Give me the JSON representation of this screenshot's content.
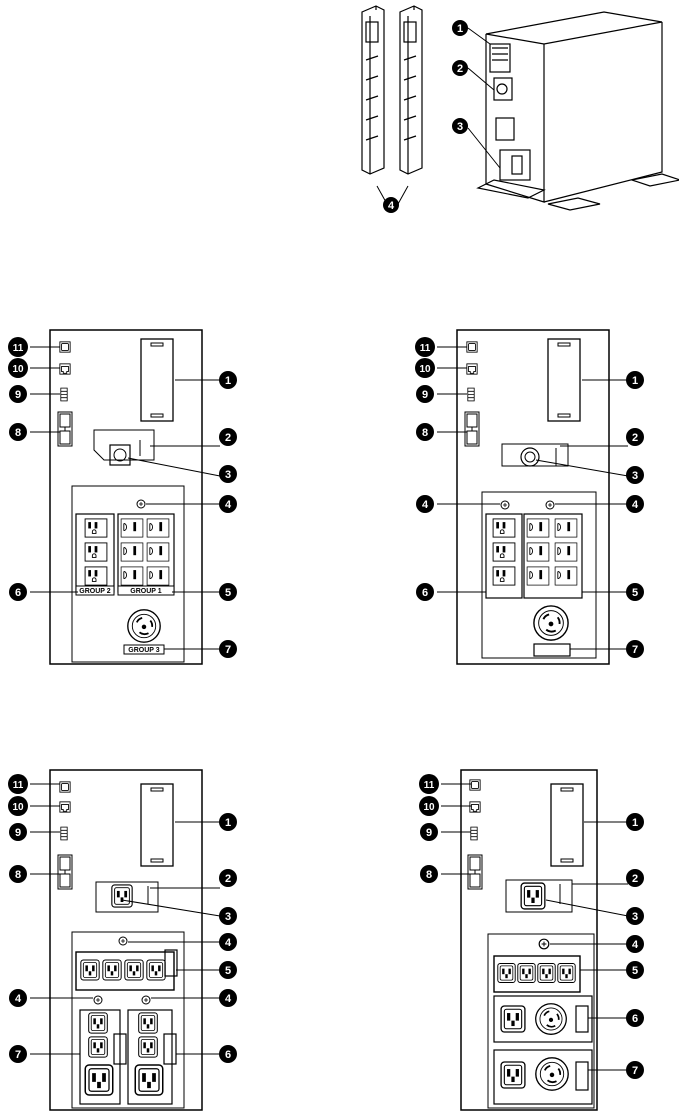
{
  "colors": {
    "ink": "#000000",
    "paper": "#ffffff"
  },
  "callouts": {
    "n1": "1",
    "n2": "2",
    "n3": "3",
    "n4": "4",
    "n5": "5",
    "n6": "6",
    "n7": "7",
    "n8": "8",
    "n9": "9",
    "n10": "10",
    "n11": "11"
  },
  "group_labels": {
    "g1": "GROUP 1",
    "g2": "GROUP 2",
    "g3": "GROUP 3"
  },
  "icons": [
    "ups-tower-icon",
    "side-panel-icon",
    "serial-port-icon",
    "network-port-icon",
    "dry-contact-icon",
    "battery-connector-icon",
    "breaker-icon",
    "input-socket-icon",
    "nema-outlet-icon",
    "iec-outlet-icon",
    "twist-lock-outlet-icon",
    "ground-screw-icon"
  ]
}
